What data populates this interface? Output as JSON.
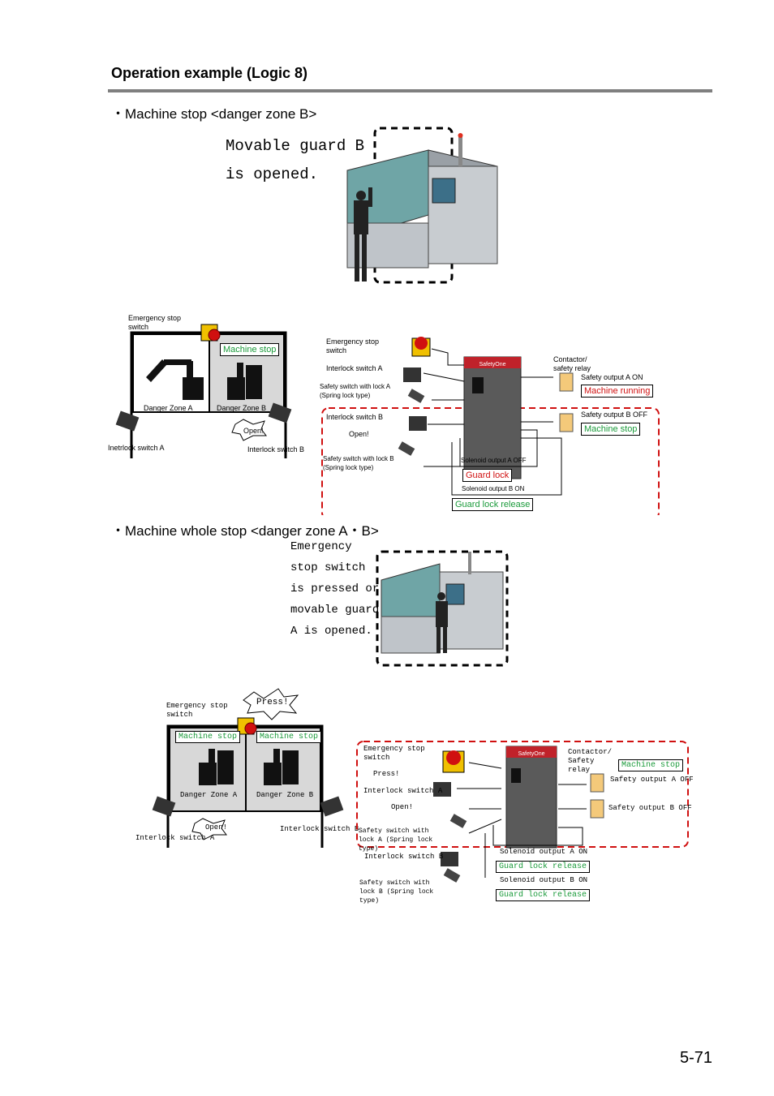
{
  "heading": "Operation example (Logic 8)",
  "section1": {
    "title": "・Machine stop <danger zone B>",
    "caption_line1": "Movable guard B",
    "caption_line2": "is opened.",
    "left": {
      "estop_label": "Emergency stop switch",
      "machine_stop": "Machine stop",
      "zone_a": "Danger Zone A",
      "zone_b": "Danger Zone B",
      "open": "Open!",
      "interlock_a": "Inetrlock switch A",
      "interlock_b": "Interlock switch B"
    },
    "right": {
      "estop_label": "Emergency stop switch",
      "interlock_a": "Interlock switch A",
      "safety_a": "Safety switch with lock A (Spring lock type)",
      "interlock_b": "Interlock switch B",
      "open": "Open!",
      "safety_b": "Safety switch with lock B (Spring lock type)",
      "contactor": "Contactor/ safety relay",
      "out_a": "Safety output A ON",
      "machine_running": "Machine running",
      "out_b": "Safety output B OFF",
      "machine_stop": "Machine stop",
      "sol_a": "Solenoid output A OFF",
      "guard_lock": "Guard lock",
      "sol_b": "Solenoid output B ON",
      "guard_lock_release": "Guard lock release"
    }
  },
  "section2": {
    "title": "・Machine whole stop <danger zone A・B>",
    "caption": [
      "Emergency",
      "stop switch",
      "is pressed or",
      "movable guard",
      "A is opened."
    ],
    "left": {
      "press": "Press!",
      "estop_label": "Emergency stop switch",
      "machine_stop_a": "Machine stop",
      "machine_stop_b": "Machine stop",
      "zone_a": "Danger Zone A",
      "zone_b": "Danger Zone B",
      "open": "Open!",
      "interlock_a": "Interlock switch A",
      "interlock_b": "Interlock switch B"
    },
    "right": {
      "estop_label": "Emergency stop switch",
      "press": "Press!",
      "interlock_a": "Interlock switch A",
      "open": "Open!",
      "safety_a": "Safety switch with lock A (Spring lock type)",
      "interlock_b": "Interlock switch B",
      "safety_b": "Safety switch with lock B (Spring lock type)",
      "contactor": "Contactor/ Safety relay",
      "machine_stop": "Machine stop",
      "out_a": "Safety output A OFF",
      "out_b": "Safety output B OFF",
      "sol_a": "Solenoid output A ON",
      "guard_lock_release_a": "Guard lock release",
      "sol_b": "Solenoid output B ON",
      "guard_lock_release_b": "Guard lock release"
    }
  },
  "controller_brand": "SafetyOne",
  "page_number": "5-71",
  "colors": {
    "green": "#1a9a3a",
    "red": "#d01010",
    "rule": "#7f7f7f"
  }
}
